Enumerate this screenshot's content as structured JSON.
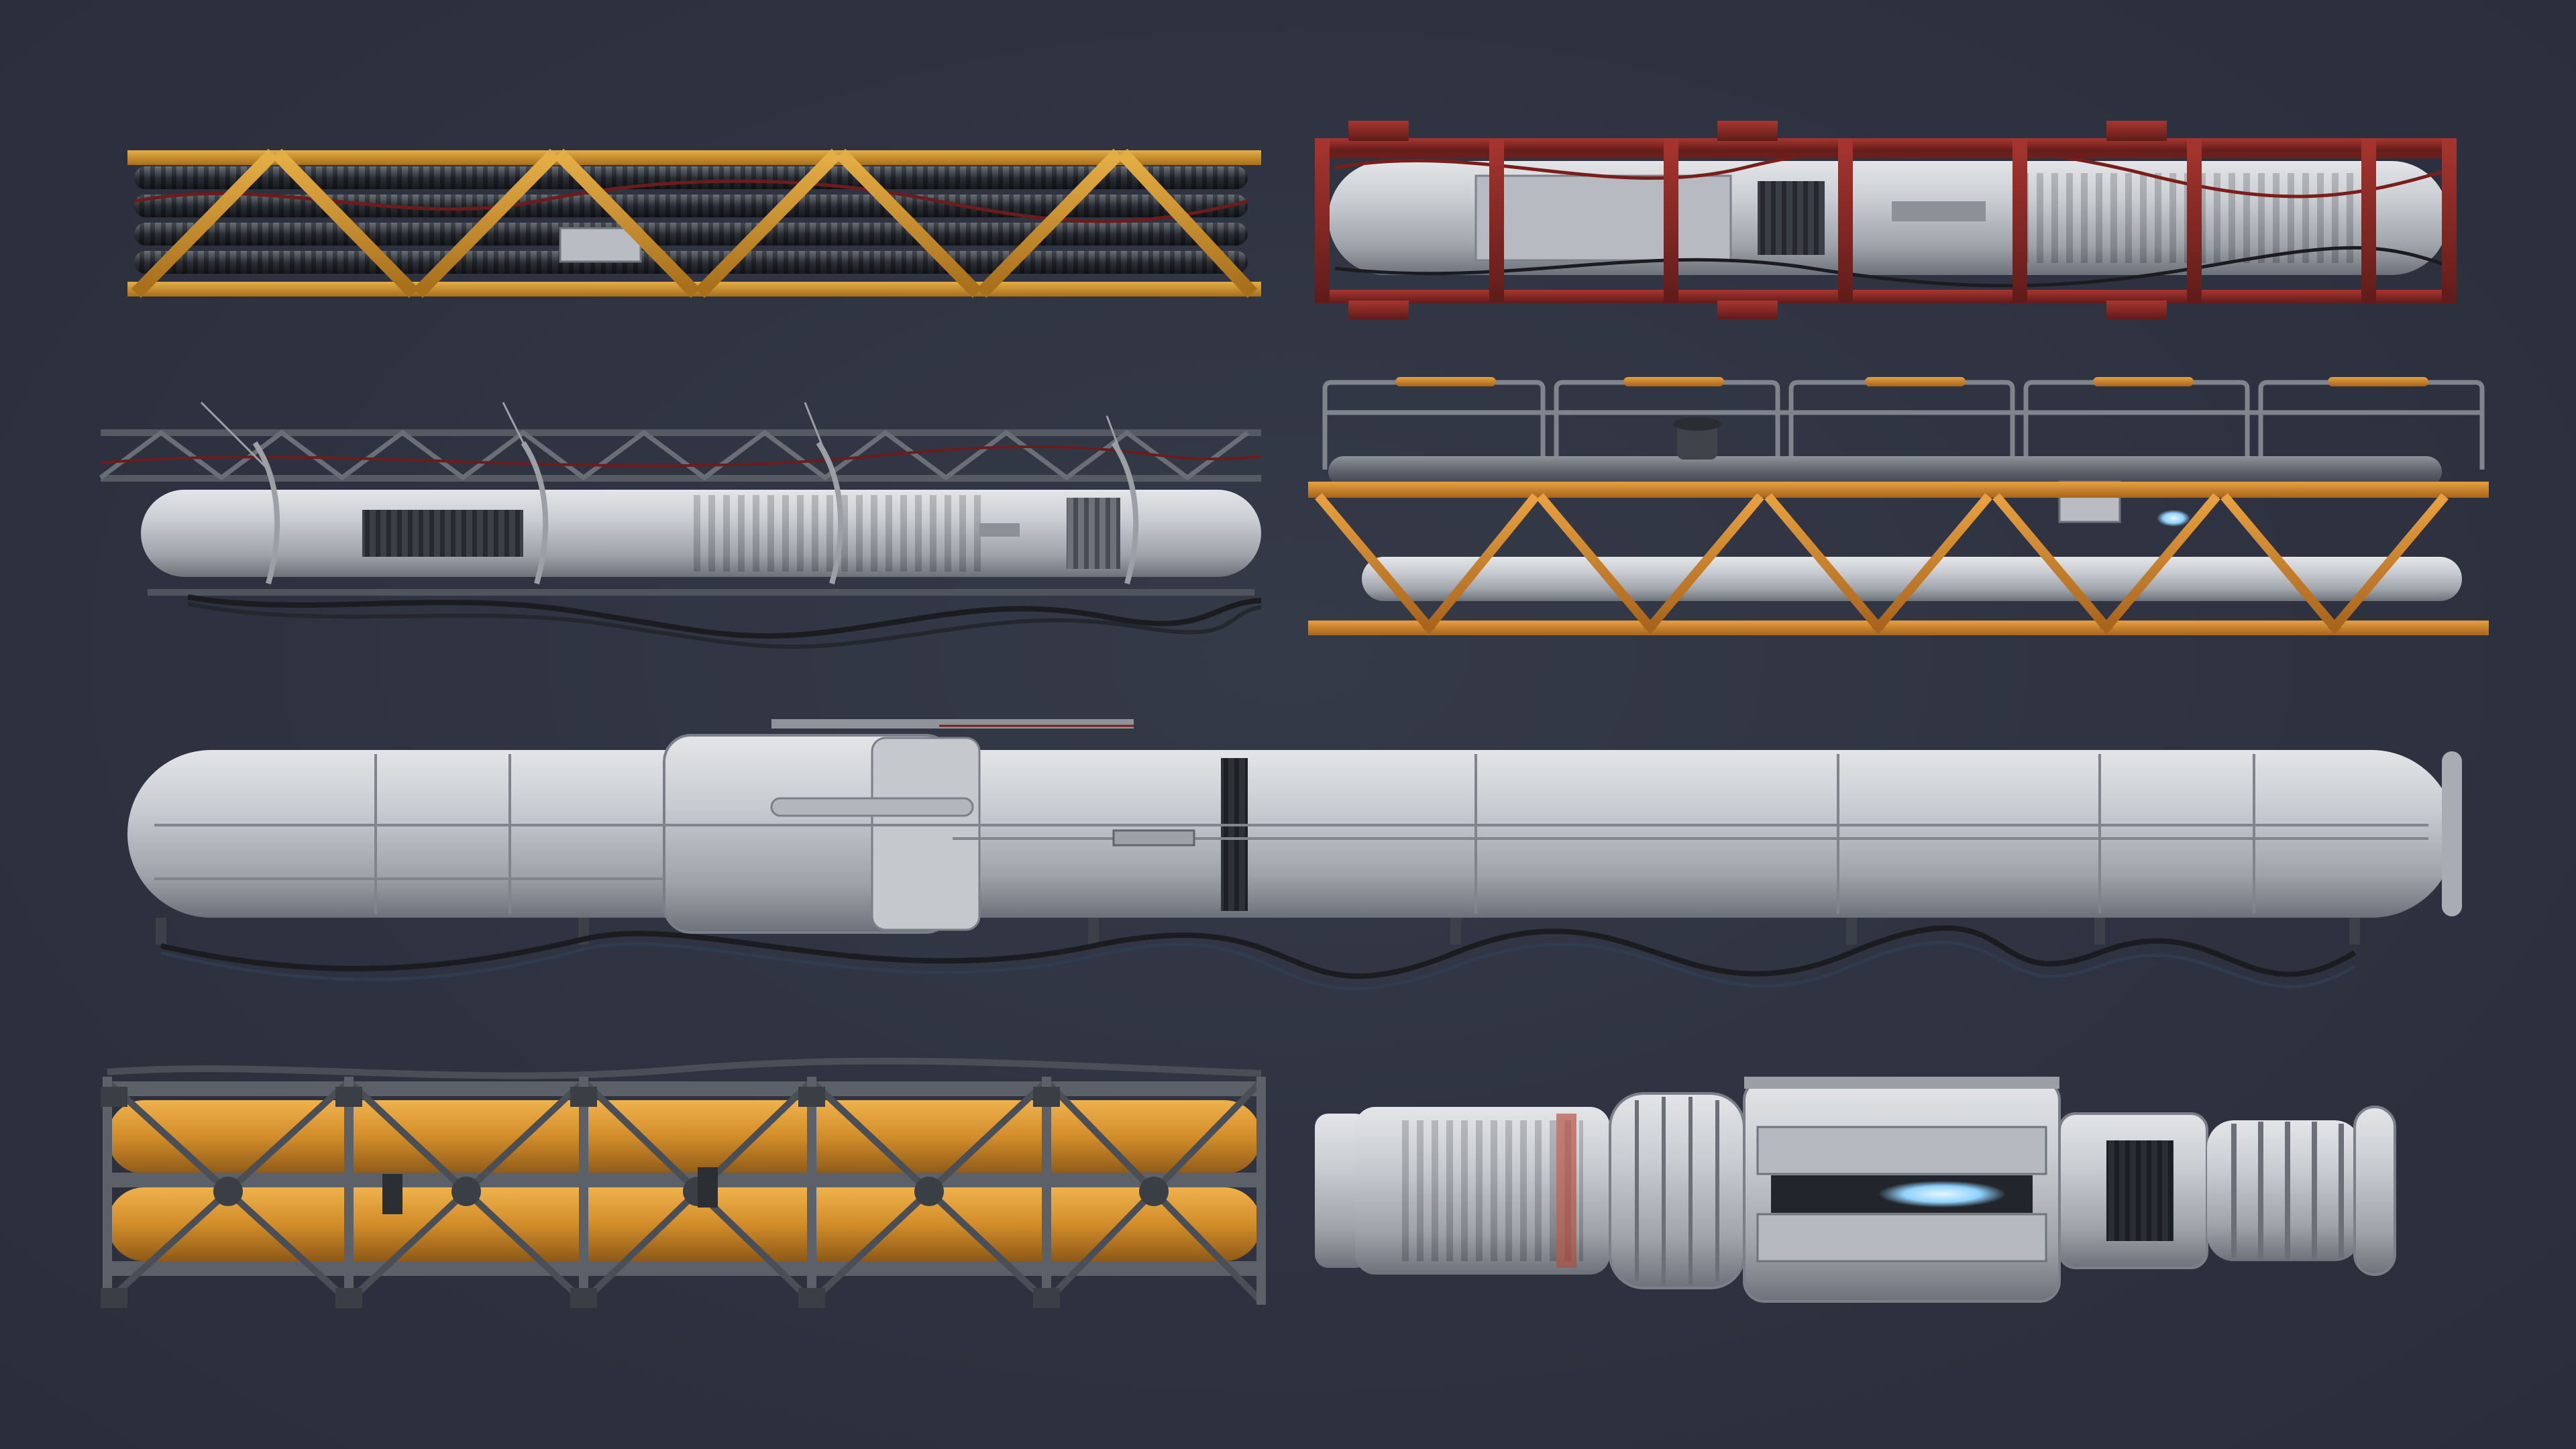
{
  "scene": {
    "background": "#2f3441",
    "palette": {
      "truss_yellow": "#d59a2f",
      "truss_yellow_dark": "#9c6a1c",
      "truss_orange": "#d7892a",
      "truss_red": "#8e2a26",
      "truss_red_dark": "#5e1b19",
      "metal_light": "#c9ccd1",
      "metal_mid": "#9fa4ab",
      "metal_dark": "#555b64",
      "cable": "#1c1f24",
      "pipe_orange": "#d8952f",
      "frame_dark": "#4a4f57",
      "glow_blue": "#8fd3ff",
      "glow_warm": "#fff1c2"
    },
    "modules": [
      {
        "id": "yellow-truss-cable-bundle",
        "icon": "yellow-truss-icon"
      },
      {
        "id": "red-frame-pipe",
        "icon": "red-frame-pipe-icon"
      },
      {
        "id": "grey-pipe-top-truss",
        "icon": "grey-pipe-icon"
      },
      {
        "id": "orange-walkway-bridge",
        "icon": "orange-bridge-icon"
      },
      {
        "id": "large-white-pipe",
        "icon": "large-pipe-icon"
      },
      {
        "id": "caged-orange-pipes",
        "icon": "cage-icon"
      },
      {
        "id": "cylinder-reactor-module",
        "icon": "reactor-icon"
      }
    ]
  }
}
